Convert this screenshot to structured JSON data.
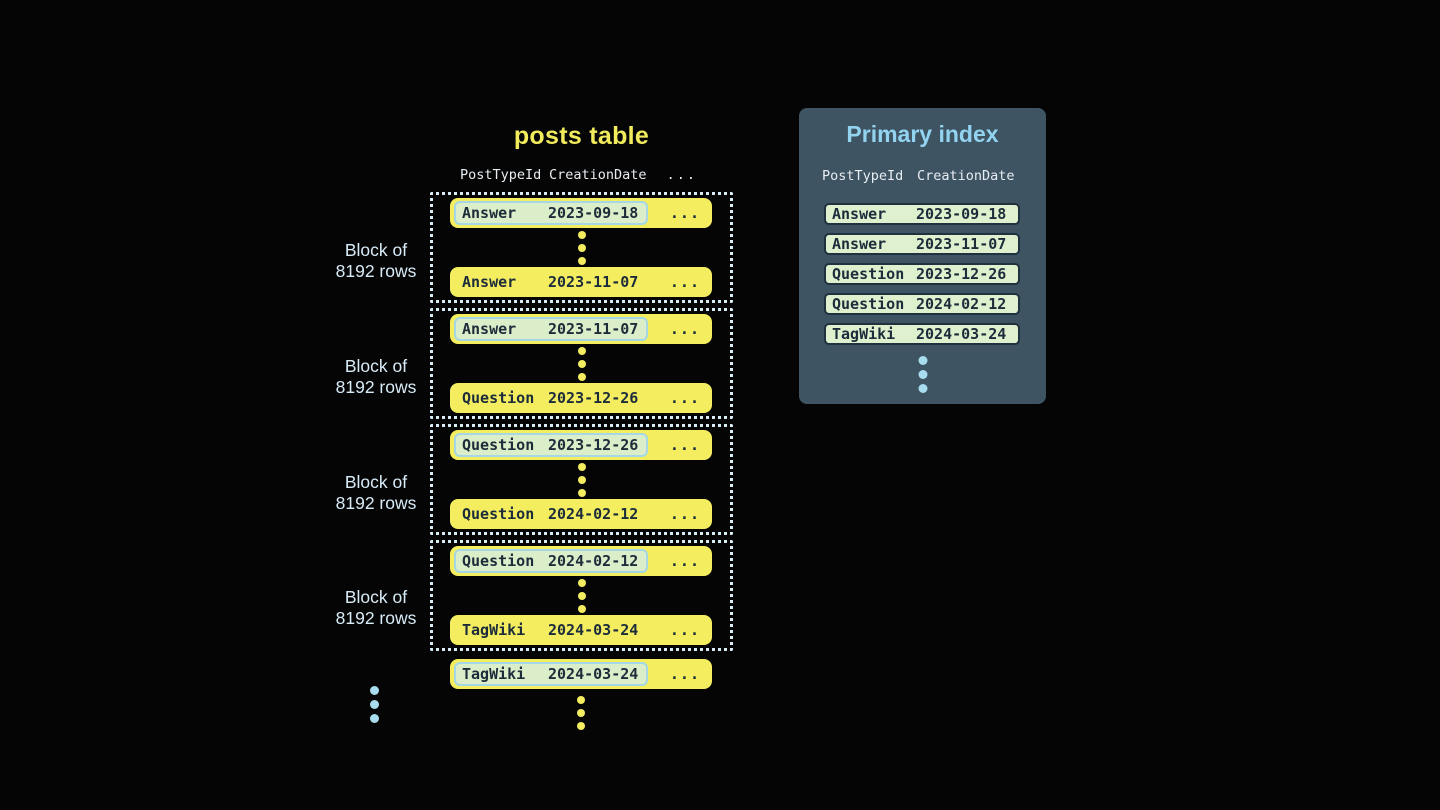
{
  "titles": {
    "posts": "posts table",
    "index": "Primary index"
  },
  "columns": {
    "post_type": "PostTypeId",
    "creation_date": "CreationDate",
    "ellipsis": "..."
  },
  "block_label": {
    "line1": "Block of",
    "line2": "8192 rows"
  },
  "blocks": [
    {
      "first": {
        "type": "Answer",
        "date": "2023-09-18"
      },
      "last": {
        "type": "Answer",
        "date": "2023-11-07"
      }
    },
    {
      "first": {
        "type": "Answer",
        "date": "2023-11-07"
      },
      "last": {
        "type": "Question",
        "date": "2023-12-26"
      }
    },
    {
      "first": {
        "type": "Question",
        "date": "2023-12-26"
      },
      "last": {
        "type": "Question",
        "date": "2024-02-12"
      }
    },
    {
      "first": {
        "type": "Question",
        "date": "2024-02-12"
      },
      "last": {
        "type": "TagWiki",
        "date": "2024-03-24"
      }
    }
  ],
  "tail_row": {
    "type": "TagWiki",
    "date": "2024-03-24"
  },
  "index_rows": [
    {
      "type": "Answer",
      "date": "2023-09-18"
    },
    {
      "type": "Answer",
      "date": "2023-11-07"
    },
    {
      "type": "Question",
      "date": "2023-12-26"
    },
    {
      "type": "Question",
      "date": "2024-02-12"
    },
    {
      "type": "TagWiki",
      "date": "2024-03-24"
    }
  ],
  "colors": {
    "background": "#050505",
    "row_yellow": "#F3ED5F",
    "row_text": "#1C2C3A",
    "highlight_bg": "#DCEDC9",
    "highlight_border": "#A5D8E6",
    "panel_bg": "#3E5463",
    "panel_title": "#92D4F0",
    "index_pill_bg": "#DFF0CE",
    "index_pill_border": "#20313F",
    "header_text": "#E7EDF1",
    "label_text": "#D8ECF8",
    "posts_title": "#F2EC5C",
    "dot_blue": "#A8DDF0",
    "dot_yellow": "#F3ED5F",
    "dotted_border": "#D9EDF6"
  }
}
